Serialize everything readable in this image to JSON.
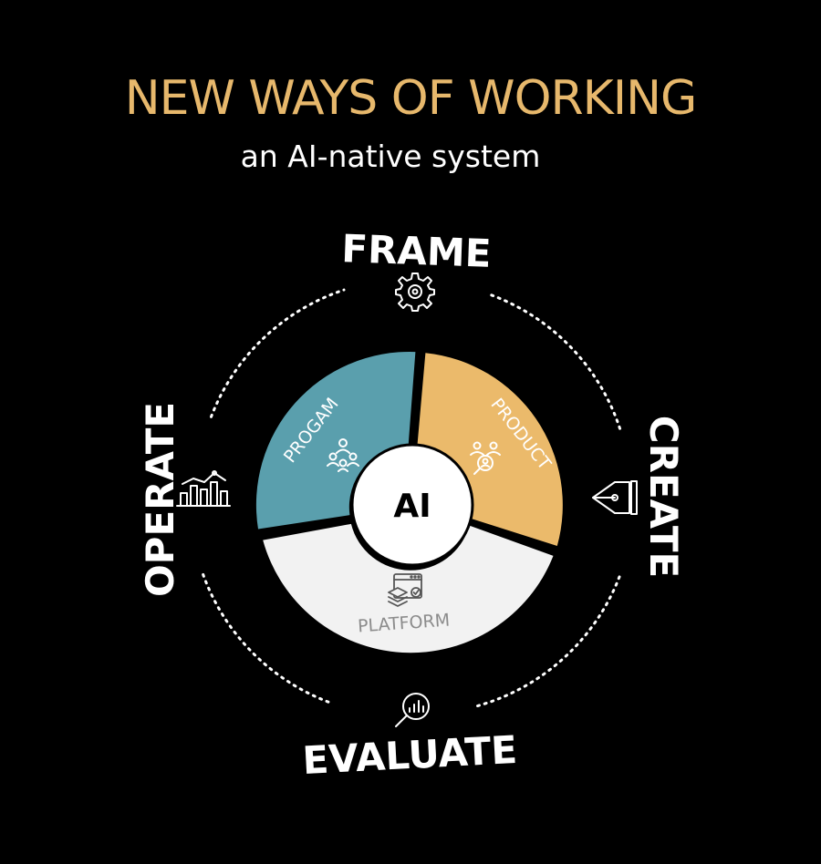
{
  "header": {
    "title": "NEW WAYS OF WORKING",
    "subtitle": "an AI-native system"
  },
  "center": {
    "label": "AI"
  },
  "segments": [
    {
      "label": "PROGAM",
      "color": "#5a9fad",
      "icon": "people-network-icon"
    },
    {
      "label": "PRODUCT",
      "color": "#ebba6b",
      "icon": "user-search-icon"
    },
    {
      "label": "PLATFORM",
      "color": "#f2f2f2",
      "icon": "stacked-layers-window-icon"
    }
  ],
  "cycle": [
    {
      "label": "FRAME",
      "icon": "gear-icon"
    },
    {
      "label": "CREATE",
      "icon": "pen-nib-icon"
    },
    {
      "label": "EVALUATE",
      "icon": "magnifier-chart-icon"
    },
    {
      "label": "OPERATE",
      "icon": "bar-line-chart-icon"
    }
  ],
  "colors": {
    "background": "#000000",
    "title": "#e7b86c",
    "text": "#ffffff",
    "platform_text": "#8c8c8c"
  }
}
